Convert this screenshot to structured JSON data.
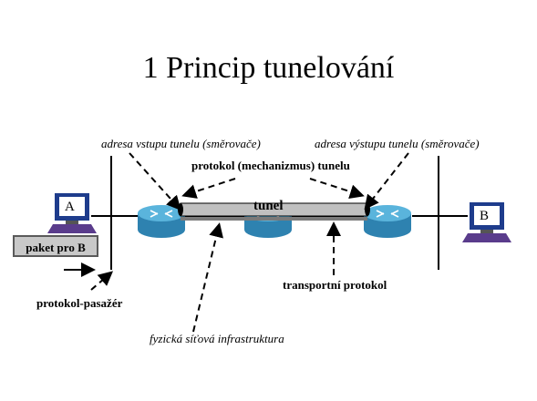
{
  "title": "1 Princip tunelování",
  "labels": {
    "tunnel_entry": "adresa vstupu tunelu (směrovače)",
    "tunnel_exit": "adresa výstupu tunelu (směrovače)",
    "tunnel_protocol": "protokol (mechanizmus) tunelu",
    "tunnel": "tunel",
    "packet": "paket pro B",
    "passenger_protocol": "protokol-pasažér",
    "transport_protocol": "transportní protokol",
    "physical_infrastructure": "fyzická síťová infrastruktura"
  },
  "hosts": {
    "a": {
      "letter": "A"
    },
    "b": {
      "letter": "B"
    }
  },
  "colors": {
    "router": "#2e82b0",
    "router_top": "#5ab4dc",
    "tunnel": "#c0c0c0",
    "host_monitor": "#1e3c8c",
    "host_screen": "#ffffff",
    "host_keyboard": "#5a3c8c",
    "packet_box": "#c8c8c8"
  },
  "icons": [
    "router-icon",
    "computer-icon"
  ]
}
